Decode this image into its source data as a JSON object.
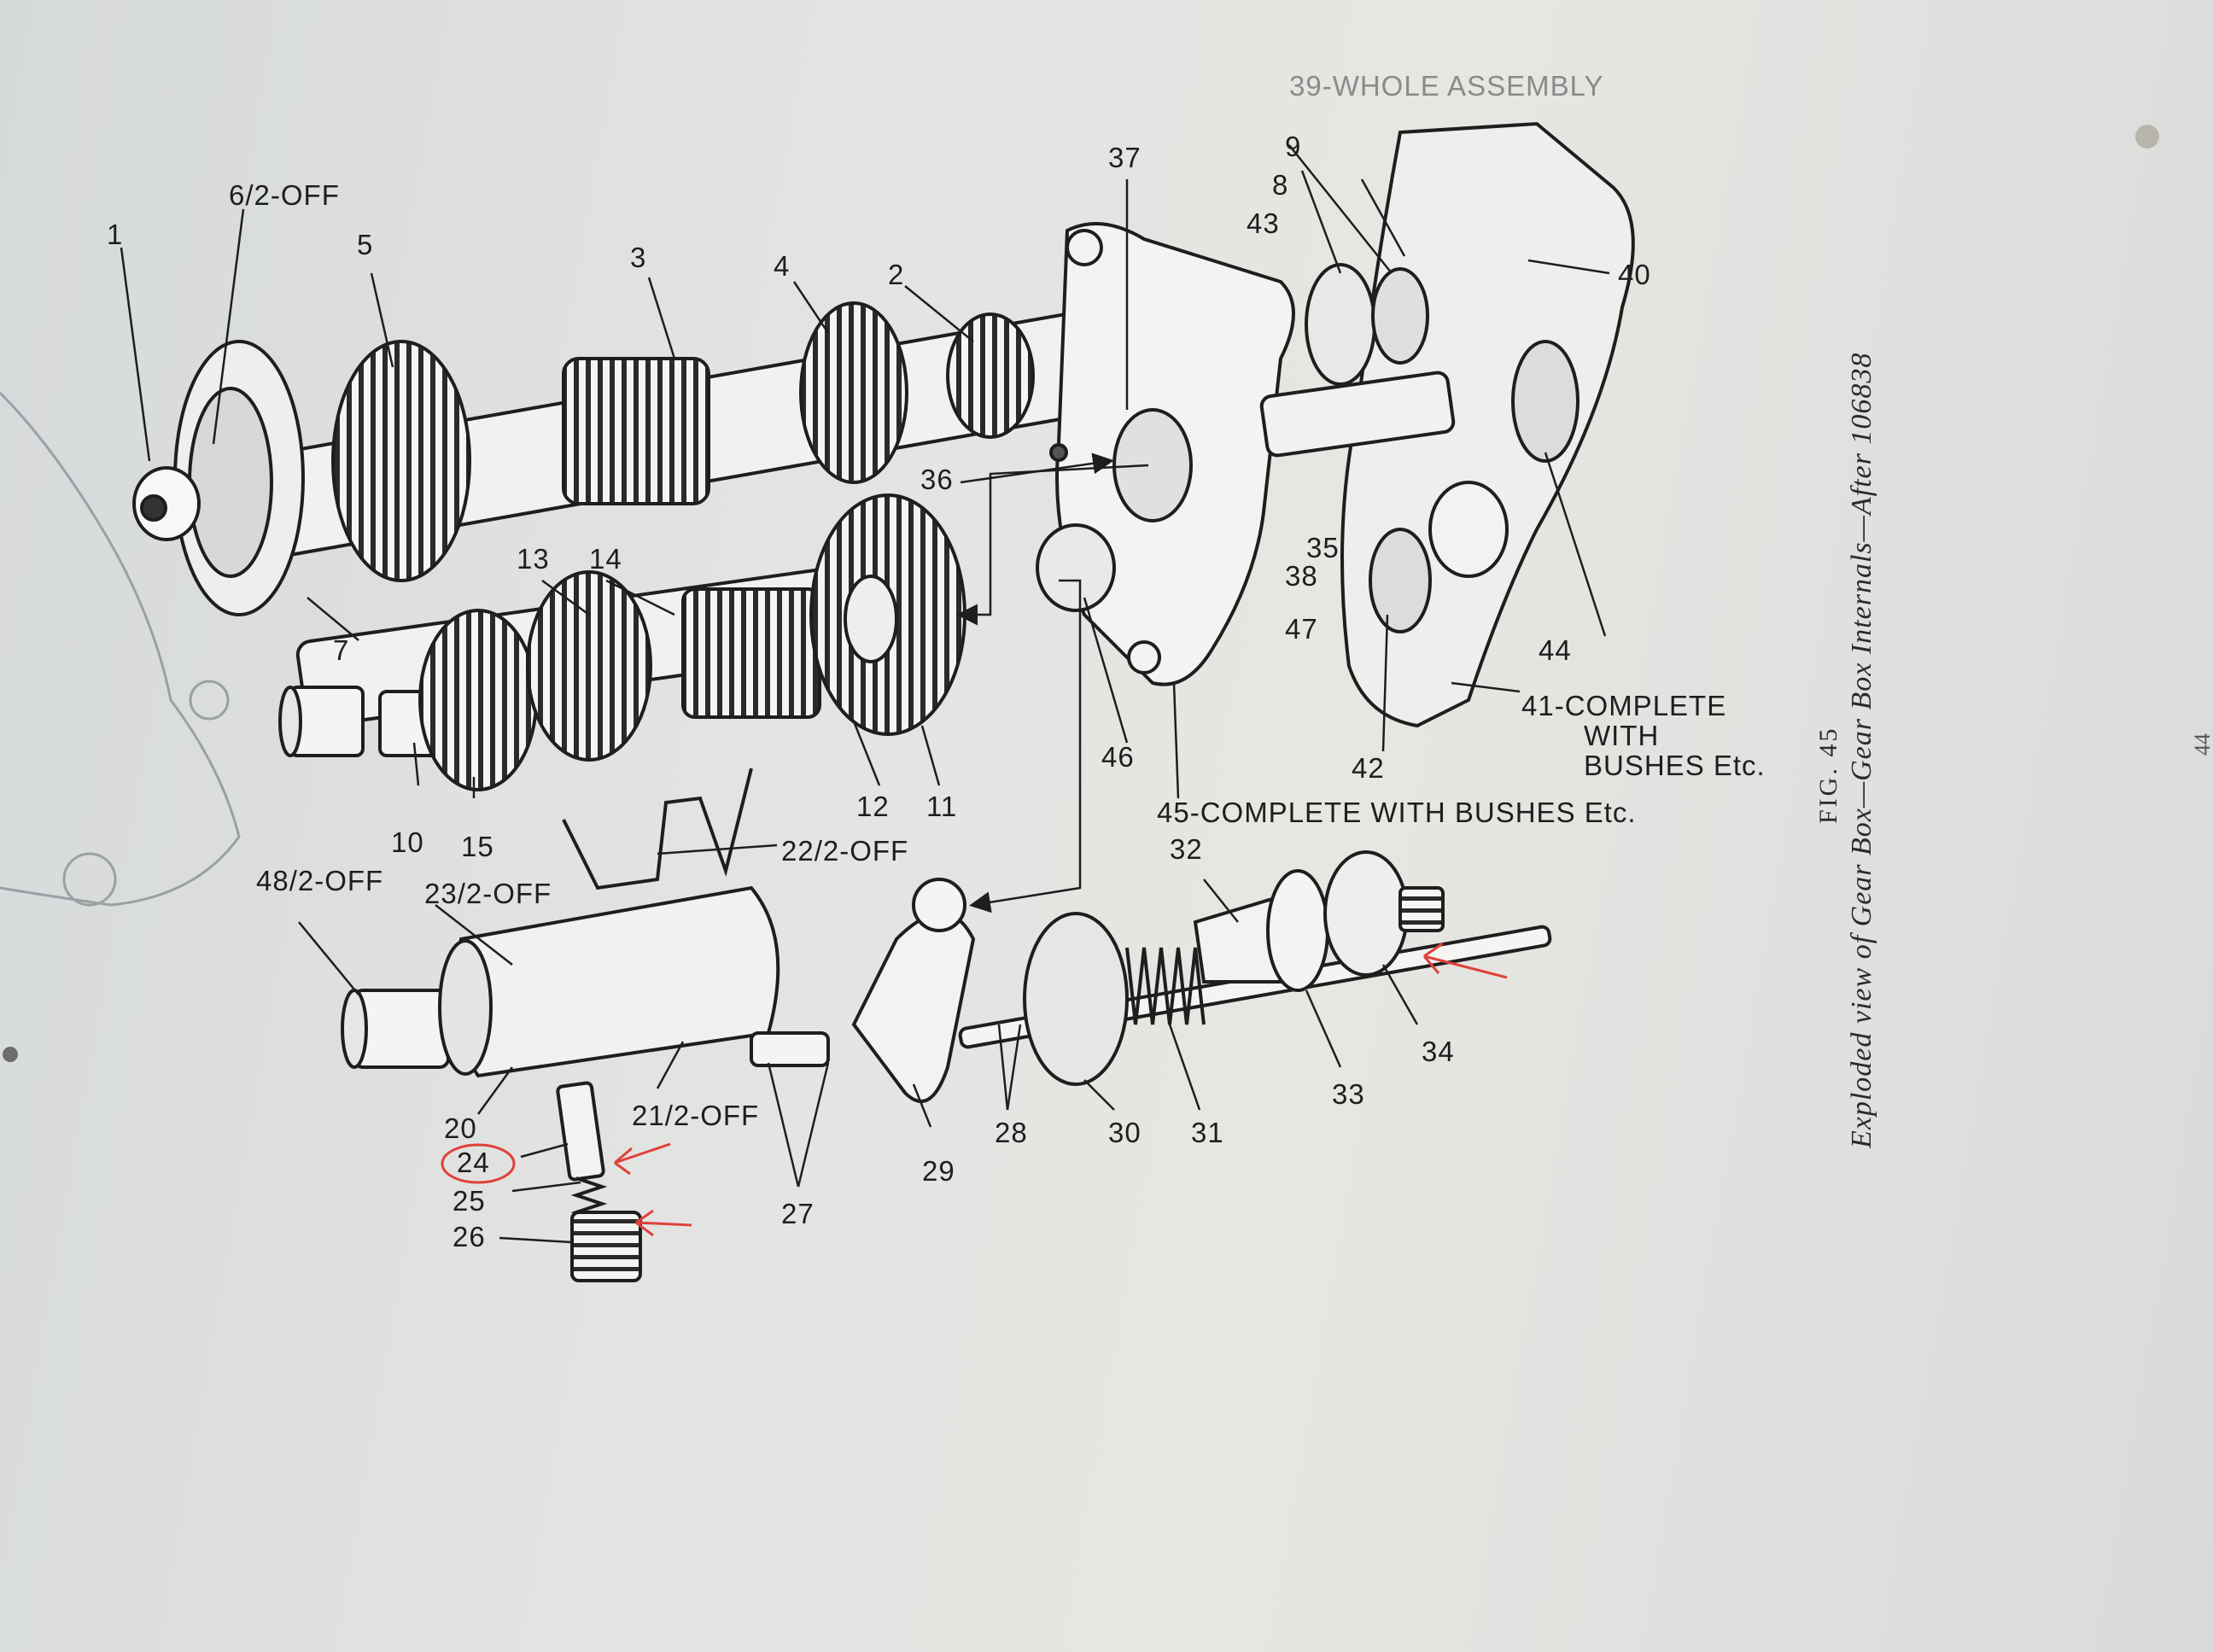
{
  "labels": {
    "l1": "1",
    "l6": "6/2-OFF",
    "l5": "5",
    "l3": "3",
    "l4": "4",
    "l2": "2",
    "l37": "37",
    "l39": "39-WHOLE ASSEMBLY",
    "l9": "9",
    "l8": "8",
    "l43": "43",
    "l40": "40",
    "l36": "36",
    "l35": "35",
    "l38": "38",
    "l47": "47",
    "l44": "44",
    "l41a": "41-COMPLETE",
    "l41b": "WITH",
    "l41c": "BUSHES Etc.",
    "l42": "42",
    "l46": "46",
    "l45": "45-COMPLETE WITH BUSHES Etc.",
    "l7": "7",
    "l13": "13",
    "l14": "14",
    "l10": "10",
    "l15": "15",
    "l12": "12",
    "l11": "11",
    "l48": "48/2-OFF",
    "l22": "22/2-OFF",
    "l23": "23/2-OFF",
    "l32": "32",
    "l34": "34",
    "l33": "33",
    "l20": "20",
    "l24": "24",
    "l25": "25",
    "l26": "26",
    "l21": "21/2-OFF",
    "l27": "27",
    "l28": "28",
    "l29": "29",
    "l30": "30",
    "l31": "31"
  },
  "caption": {
    "fig": "FIG. 45",
    "title": "Exploded view of Gear Box—Gear Box Internals—After 106838",
    "page": "44"
  },
  "colors": {
    "ink": "#1e1e1e",
    "paper": "#e3e4e2",
    "annotation_red": "#e0413a"
  },
  "annotations": {
    "circled_label": "24",
    "red_arrows": 3
  }
}
